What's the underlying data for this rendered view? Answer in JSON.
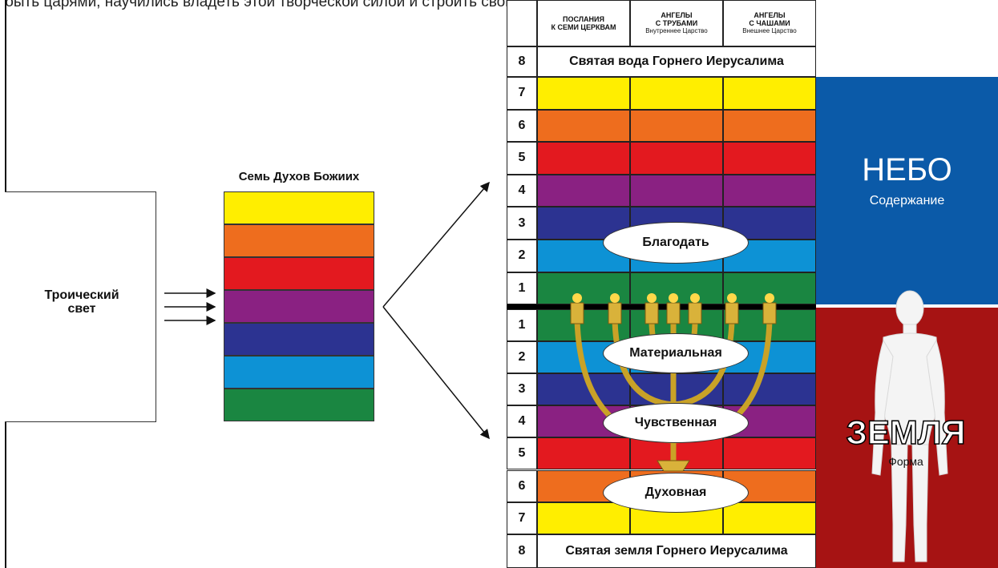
{
  "caption_top": "быть царями, научились владеть этой творческой силой и строить свои святые миры.",
  "left": {
    "light_label": "Троический\nсвет",
    "spirits_title": "Семь Духов Божиих",
    "spirit_colors": [
      "#ffee00",
      "#ee6d1e",
      "#e3191f",
      "#8a2182",
      "#2c3391",
      "#0d92d5",
      "#1a8641"
    ]
  },
  "table": {
    "headers": [
      {
        "title": "ПОСЛАНИЯ\nК СЕМИ ЦЕРКВАМ",
        "sub": ""
      },
      {
        "title": "АНГЕЛЫ\nС ТРУБАМИ",
        "sub": "Внутреннее Царство"
      },
      {
        "title": "АНГЕЛЫ\nС ЧАШАМИ",
        "sub": "Внешнее Царство"
      }
    ],
    "top_band_num": "8",
    "top_band_label": "Святая вода Горнего Иерусалима",
    "bottom_band_num": "8",
    "bottom_band_label": "Святая земля Горнего Иерусалима",
    "upper_rows": [
      {
        "num": "7",
        "color": "#ffee00"
      },
      {
        "num": "6",
        "color": "#ee6d1e"
      },
      {
        "num": "5",
        "color": "#e3191f"
      },
      {
        "num": "4",
        "color": "#8a2182"
      },
      {
        "num": "3",
        "color": "#2c3391"
      },
      {
        "num": "2",
        "color": "#0d92d5"
      },
      {
        "num": "1",
        "color": "#1a8641"
      }
    ],
    "lower_rows": [
      {
        "num": "1",
        "color": "#1a8641"
      },
      {
        "num": "2",
        "color": "#0d92d5"
      },
      {
        "num": "3",
        "color": "#2c3391"
      },
      {
        "num": "4",
        "color": "#8a2182"
      },
      {
        "num": "5",
        "color": "#e3191f"
      },
      {
        "num": "6",
        "color": "#ee6d1e"
      },
      {
        "num": "7",
        "color": "#ffee00"
      }
    ]
  },
  "ovals": {
    "grace": "Благодать",
    "material": "Материальная",
    "sensual": "Чувственная",
    "spiritual": "Духовная"
  },
  "heaven": {
    "title": "НЕБО",
    "subtitle": "Содержание",
    "color": "#0b5aa8"
  },
  "earth": {
    "title": "ЗЕМЛЯ",
    "subtitle": "Форма",
    "color": "#a61313"
  }
}
